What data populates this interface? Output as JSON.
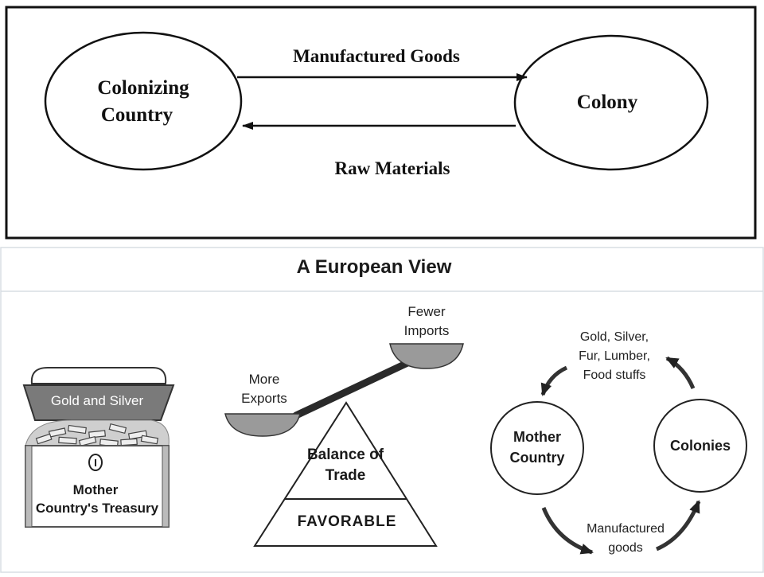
{
  "top_diagram": {
    "left_node": {
      "line1": "Colonizing",
      "line2": "Country"
    },
    "right_node": {
      "label": "Colony"
    },
    "arrow_to_colony": "Manufactured Goods",
    "arrow_to_country": "Raw Materials"
  },
  "bottom_diagram": {
    "title": "A European View",
    "treasury": {
      "lid_label": "Gold and Silver",
      "lock_symbol": "I",
      "line1": "Mother",
      "line2": "Country's Treasury"
    },
    "balance": {
      "left_pan_line1": "More",
      "left_pan_line2": "Exports",
      "right_pan_line1": "Fewer",
      "right_pan_line2": "Imports",
      "fulcrum_line1": "Balance of",
      "fulcrum_line2": "Trade",
      "result": "FAVORABLE"
    },
    "cycle": {
      "mother_line1": "Mother",
      "mother_line2": "Country",
      "colonies": "Colonies",
      "upper_line1": "Gold, Silver,",
      "upper_line2": "Fur, Lumber,",
      "upper_line3": "Food stuffs",
      "lower_line1": "Manufactured",
      "lower_line2": "goods"
    }
  }
}
